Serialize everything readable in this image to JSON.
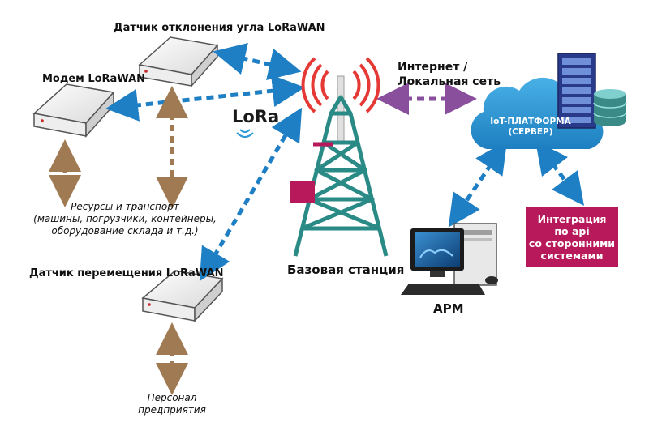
{
  "labels": {
    "tilt_sensor": "Датчик отклонения угла LoRaWAN",
    "modem": "Модем LoRaWAN",
    "motion_sensor": "Датчик перемещения LoRaWAN",
    "resources": [
      "Ресурсы и транспорт",
      "(машины, погрузчики, контейнеры,",
      "оборудование склада и т.д.)"
    ],
    "personnel": [
      "Персонал",
      "предприятия"
    ],
    "base_station": "Базовая станция",
    "network": [
      "Интернет /",
      "Локальная сеть"
    ],
    "iot_platform": [
      "IoT-ПЛАТФОРМА",
      "(СЕРВЕР)"
    ],
    "workstation": "АРМ",
    "integration": [
      "Интеграция",
      "по api",
      "со сторонними",
      "системами"
    ],
    "lora_logo": "LoRa"
  },
  "colors": {
    "blue": "#1f7fc4",
    "brown": "#a07a52",
    "purple": "#8a4f9c",
    "tower": "#2a8a86",
    "magenta": "#b8195a",
    "cloud": "#2e9ad8",
    "signal": "#e53935"
  }
}
